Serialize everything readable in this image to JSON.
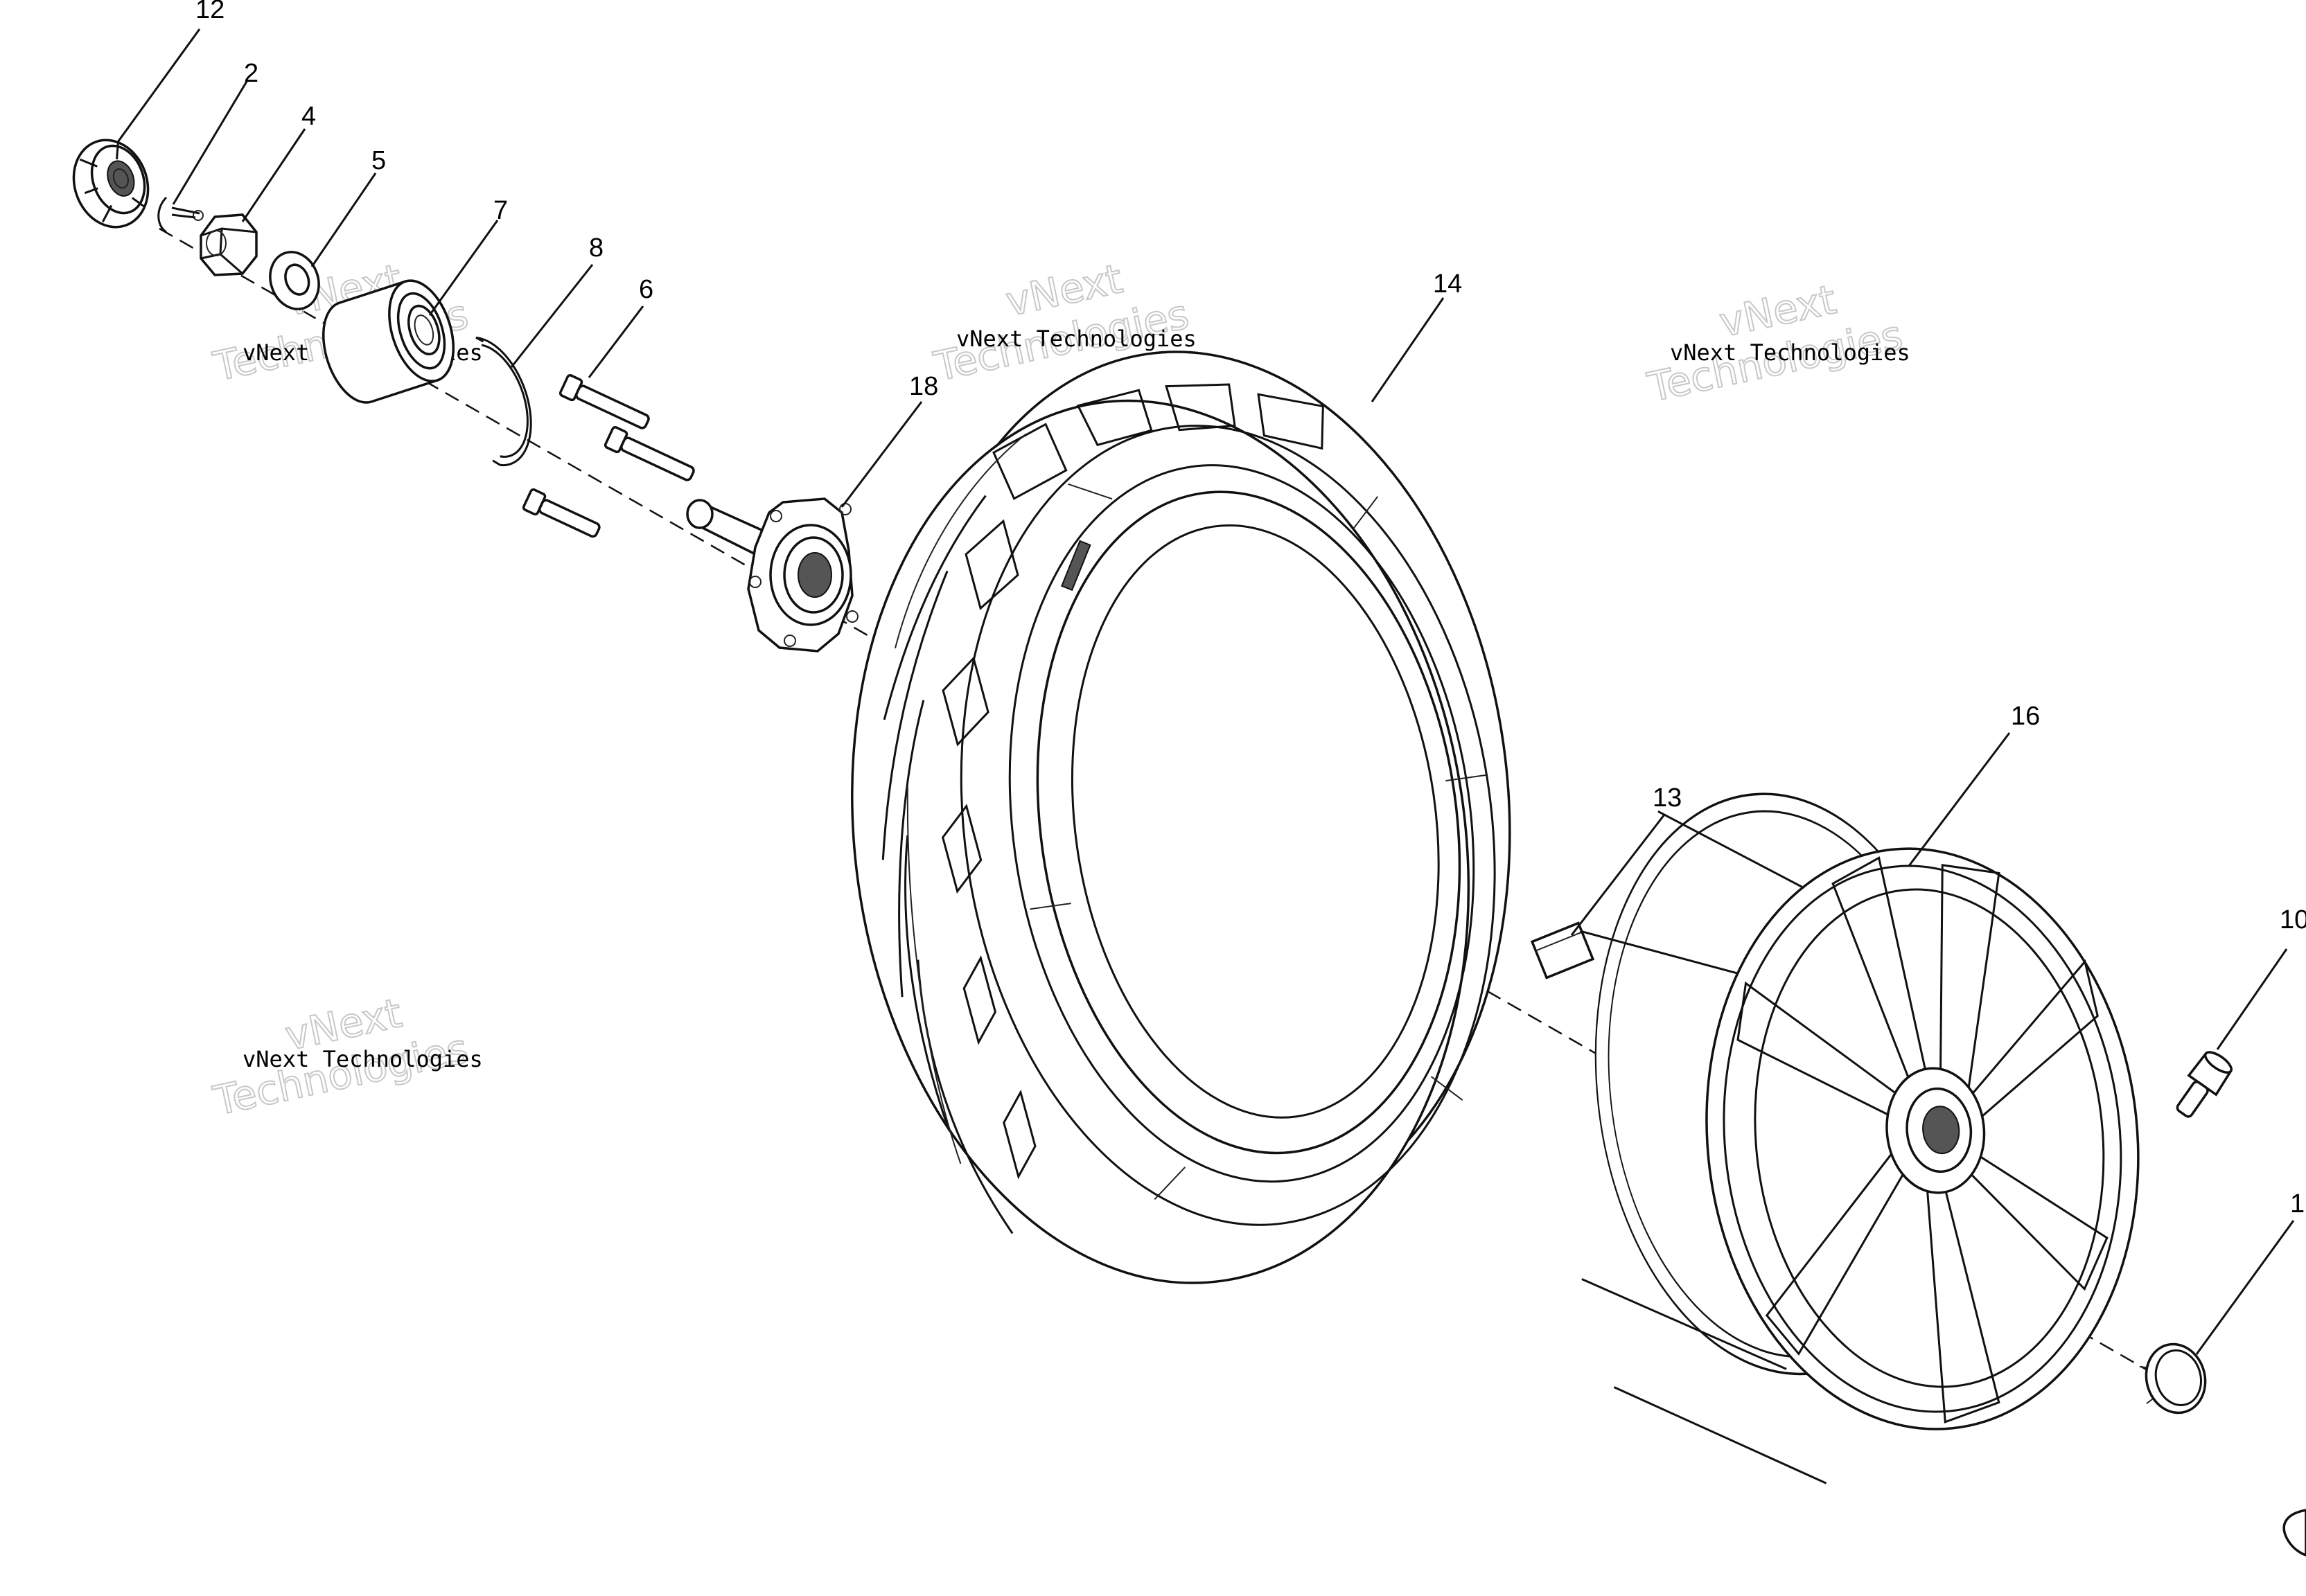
{
  "diagram": {
    "callouts": [
      {
        "id": "12",
        "label": "12"
      },
      {
        "id": "2",
        "label": "2"
      },
      {
        "id": "4",
        "label": "4"
      },
      {
        "id": "5",
        "label": "5"
      },
      {
        "id": "7",
        "label": "7"
      },
      {
        "id": "8",
        "label": "8"
      },
      {
        "id": "6",
        "label": "6"
      },
      {
        "id": "18",
        "label": "18"
      },
      {
        "id": "14",
        "label": "14"
      },
      {
        "id": "13",
        "label": "13"
      },
      {
        "id": "16",
        "label": "16"
      },
      {
        "id": "10",
        "label": "10"
      },
      {
        "id": "1",
        "label": "1"
      }
    ],
    "watermark": {
      "line1": "vNext",
      "line2": "Technologies",
      "caption": "vNext Technologies"
    }
  }
}
